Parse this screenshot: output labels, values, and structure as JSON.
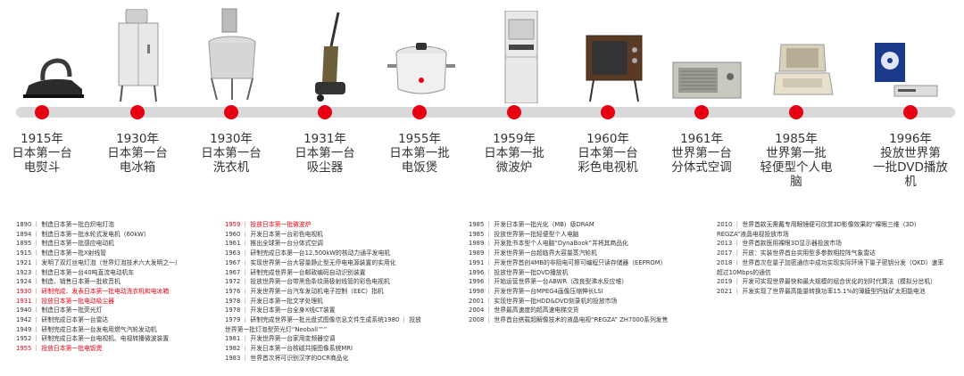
{
  "accent_color": "#e60012",
  "milestones": [
    {
      "year": "1915年",
      "lines": [
        "日本第一台",
        "电熨斗"
      ],
      "product_icon": "electric-iron-icon"
    },
    {
      "year": "1930年",
      "lines": [
        "日本第一台",
        "电冰箱"
      ],
      "product_icon": "refrigerator-icon"
    },
    {
      "year": "1930年",
      "lines": [
        "日本第一台",
        "洗衣机"
      ],
      "product_icon": "washing-machine-icon"
    },
    {
      "year": "1931年",
      "lines": [
        "日本第一台",
        "吸尘器"
      ],
      "product_icon": "vacuum-cleaner-icon"
    },
    {
      "year": "1955年",
      "lines": [
        "日本第一批",
        "电饭煲"
      ],
      "product_icon": "rice-cooker-icon"
    },
    {
      "year": "1959年",
      "lines": [
        "日本第一批",
        "微波炉"
      ],
      "product_icon": "microwave-icon"
    },
    {
      "year": "1960年",
      "lines": [
        "日本第一台",
        "彩色电视机"
      ],
      "product_icon": "color-tv-icon"
    },
    {
      "year": "1961年",
      "lines": [
        "世界第一台",
        "分体式空调"
      ],
      "product_icon": "air-conditioner-icon"
    },
    {
      "year": "1985年",
      "lines": [
        "世界第一批",
        "轻便型个人电",
        "脑"
      ],
      "product_icon": "laptop-icon"
    },
    {
      "year": "1996年",
      "lines": [
        "投放世界第",
        "一批DVD播放",
        "机"
      ],
      "product_icon": "dvd-player-icon"
    }
  ],
  "history": {
    "col1": [
      {
        "text": "1890 ｜ 制造日本第一批白炽电灯泡",
        "red": false
      },
      {
        "text": "1894 ｜ 制造日本第一批水轮式发电机（60kW）",
        "red": false
      },
      {
        "text": "1895 ｜ 制造日本第一批感应电动机",
        "red": false
      },
      {
        "text": "1915 ｜ 制造日本第一批X射线管",
        "red": false
      },
      {
        "text": "1921 ｜ 发明了双灯丝电灯泡（世界灯泡技术六大发明之一）",
        "red": false
      },
      {
        "text": "1923 ｜ 制造日本第一台40吨直流电动机车",
        "red": false
      },
      {
        "text": "1924 ｜ 制造、销售日本第一批收音机",
        "red": false
      },
      {
        "text": "1930 ｜ 研制完成、发表日本第一批电动洗衣机和电冰箱",
        "red": true
      },
      {
        "text": "1931 ｜ 投放日本第一批电动吸尘器",
        "red": true
      },
      {
        "text": "1940 ｜ 制造日本第一批荧光灯",
        "red": false
      },
      {
        "text": "1942 ｜ 研制完成日本第一台雷达",
        "red": false
      },
      {
        "text": "1949 ｜ 研制完成日本第一台发电用燃气汽轮发动机",
        "red": false
      },
      {
        "text": "1952 ｜ 研制完成日本第一台电视机、电视转播微波装置",
        "red": false
      },
      {
        "text": "1955 ｜ 投放日本第一批电饭煲",
        "red": true
      }
    ],
    "col2": [
      {
        "text": "1959 ｜ 投放日本第一批微波炉",
        "red": true
      },
      {
        "text": "1960 ｜ 开发日本第一台彩色电视机",
        "red": false
      },
      {
        "text": "1961 ｜ 推出全球第一台分体式空调",
        "red": false
      },
      {
        "text": "1963 ｜ 研制完成日本第一台12,500kW的核动力通平发电机",
        "red": false
      },
      {
        "text": "1967 ｜ 实现世界第一台大容量静止型无停电电源装置的实用化",
        "red": false
      },
      {
        "text": "1967 ｜ 研制完成世界第一台邮政编码自动识别装置",
        "red": false
      },
      {
        "text": "1972 ｜ 投放世界第一台带黑色条纹荫极射线管的彩色电视机",
        "red": false
      },
      {
        "text": "1976 ｜ 开发世界第一台汽车发动机电子控制（EEC）指机",
        "red": false
      },
      {
        "text": "1978 ｜ 开发日本第一批文字处理机",
        "red": false
      },
      {
        "text": "1978 ｜ 开发日本第一台全身X线CT装置",
        "red": false
      },
      {
        "text": "1979 ｜ 研制完成世界第一批光盘式图像信息文件生成系统1980 ｜ 投放",
        "red": false
      },
      {
        "text": "世界第一批灯泡型荧光灯“Neoball™”",
        "red": false
      },
      {
        "text": "1981 ｜ 开发世界第一台家用变频器空调",
        "red": false
      },
      {
        "text": "1982 ｜ 开发日本第一台核磁共振图像系统MRI",
        "red": false
      },
      {
        "text": "1983 ｜ 世界首次将可识别汉字的OCR商品化",
        "red": false
      }
    ],
    "col3": [
      {
        "text": "1985 ｜ 开发日本第一批光化（MB）级DRAM",
        "red": false
      },
      {
        "text": "1985 ｜ 投放世界第一批轻便型个人电脑",
        "red": false
      },
      {
        "text": "1989 ｜ 开发批书本型个人电脑“DynaBook”并将其商品化",
        "red": false
      },
      {
        "text": "1989 ｜ 开发世界第一台超临界大容量蒸汽轮机",
        "red": false
      },
      {
        "text": "1991 ｜ 开发世界首创4MB的非阻电可擦可编程只读存储器（EEPROM）",
        "red": false
      },
      {
        "text": "1996 ｜ 投放世界第一批DVD播放机",
        "red": false
      },
      {
        "text": "1996 ｜ 开始运营世界第一台ABWR（改良型沸水反应堆）",
        "red": false
      },
      {
        "text": "1998 ｜ 开发世界第一台MPEG4画像压缩伸长LSI",
        "red": false
      },
      {
        "text": "2001 ｜ 实现世界第一批HDD&DVD刻录机的投放市场",
        "red": false
      },
      {
        "text": "2004 ｜ 世界最高速度的超高速电梯交货",
        "red": false
      },
      {
        "text": "2008 ｜ 世界首台搭载超解像技术的液晶电视“REGZA” ZH7000系列发售",
        "red": false
      }
    ],
    "col4_para1": "2010 ｜ 世界首款无需戴专用眼镜便可欣赏3D影像效果的“裸眼三维（3D）REGZA”液晶电视投放市场",
    "col4_items": [
      {
        "text": "2013 ｜ 世界首款医用裸眼3D显示器投放市场",
        "red": false
      },
      {
        "text": "2017 ｜ 开放：实装世界首台实用型多参数相控阵气象雷达",
        "red": false
      }
    ],
    "col4_para2": "2018 ｜ 世界首次在量子加密通信中成功实现实际环境下量子密钥分发（QKD）速率超过10Mbps的通信",
    "col4_para3": "2019 ｜ 开发可实现世界最快和最大规模的组合优化的划时代算法（模拟分岔机）",
    "col4_para4": "2021 ｜ 开发实现了世界最高能量转换功率15.1%的薄膜型钙钛矿太阳能电池"
  }
}
